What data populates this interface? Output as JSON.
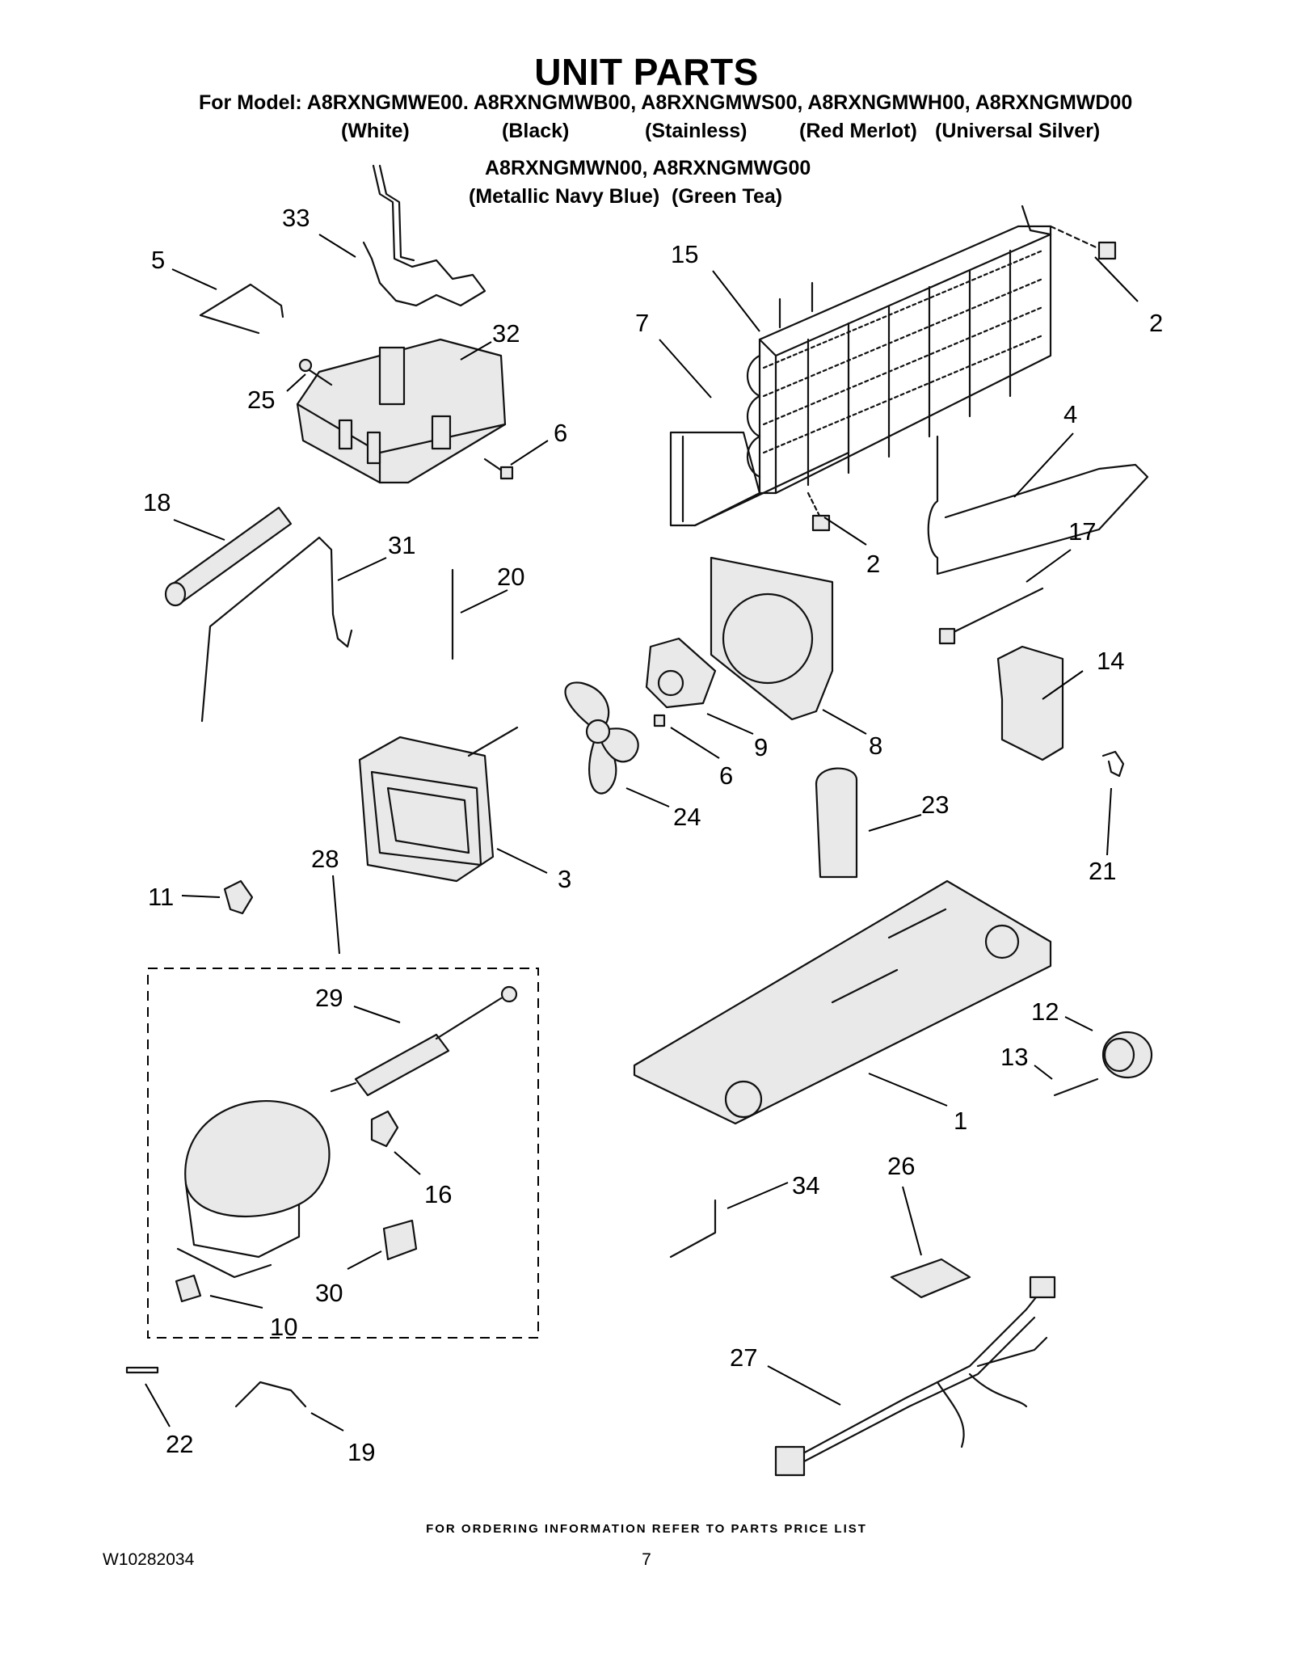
{
  "page": {
    "title": "UNIT PARTS",
    "model_line1": "For Model: A8RXNGMWE00. A8RXNGMWB00, A8RXNGMWS00, A8RXNGMWH00, A8RXNGMWD00",
    "color_labels_line1": [
      "(White)",
      "(Black)",
      "(Stainless)",
      "(Red Merlot)",
      "(Universal Silver)"
    ],
    "model_line2": "A8RXNGMWN00, A8RXNGMWG00",
    "color_labels_line2": [
      "(Metallic Navy Blue)",
      "(Green Tea)"
    ],
    "footer_note": "FOR ORDERING INFORMATION REFER TO PARTS PRICE LIST",
    "doc_number": "W10282034",
    "page_number": "7"
  },
  "callouts": [
    "33",
    "5",
    "32",
    "25",
    "6",
    "15",
    "7",
    "2",
    "4",
    "2",
    "18",
    "31",
    "20",
    "17",
    "14",
    "9",
    "8",
    "6",
    "24",
    "23",
    "21",
    "3",
    "28",
    "11",
    "29",
    "12",
    "13",
    "1",
    "16",
    "26",
    "34",
    "30",
    "10",
    "27",
    "22",
    "19"
  ]
}
